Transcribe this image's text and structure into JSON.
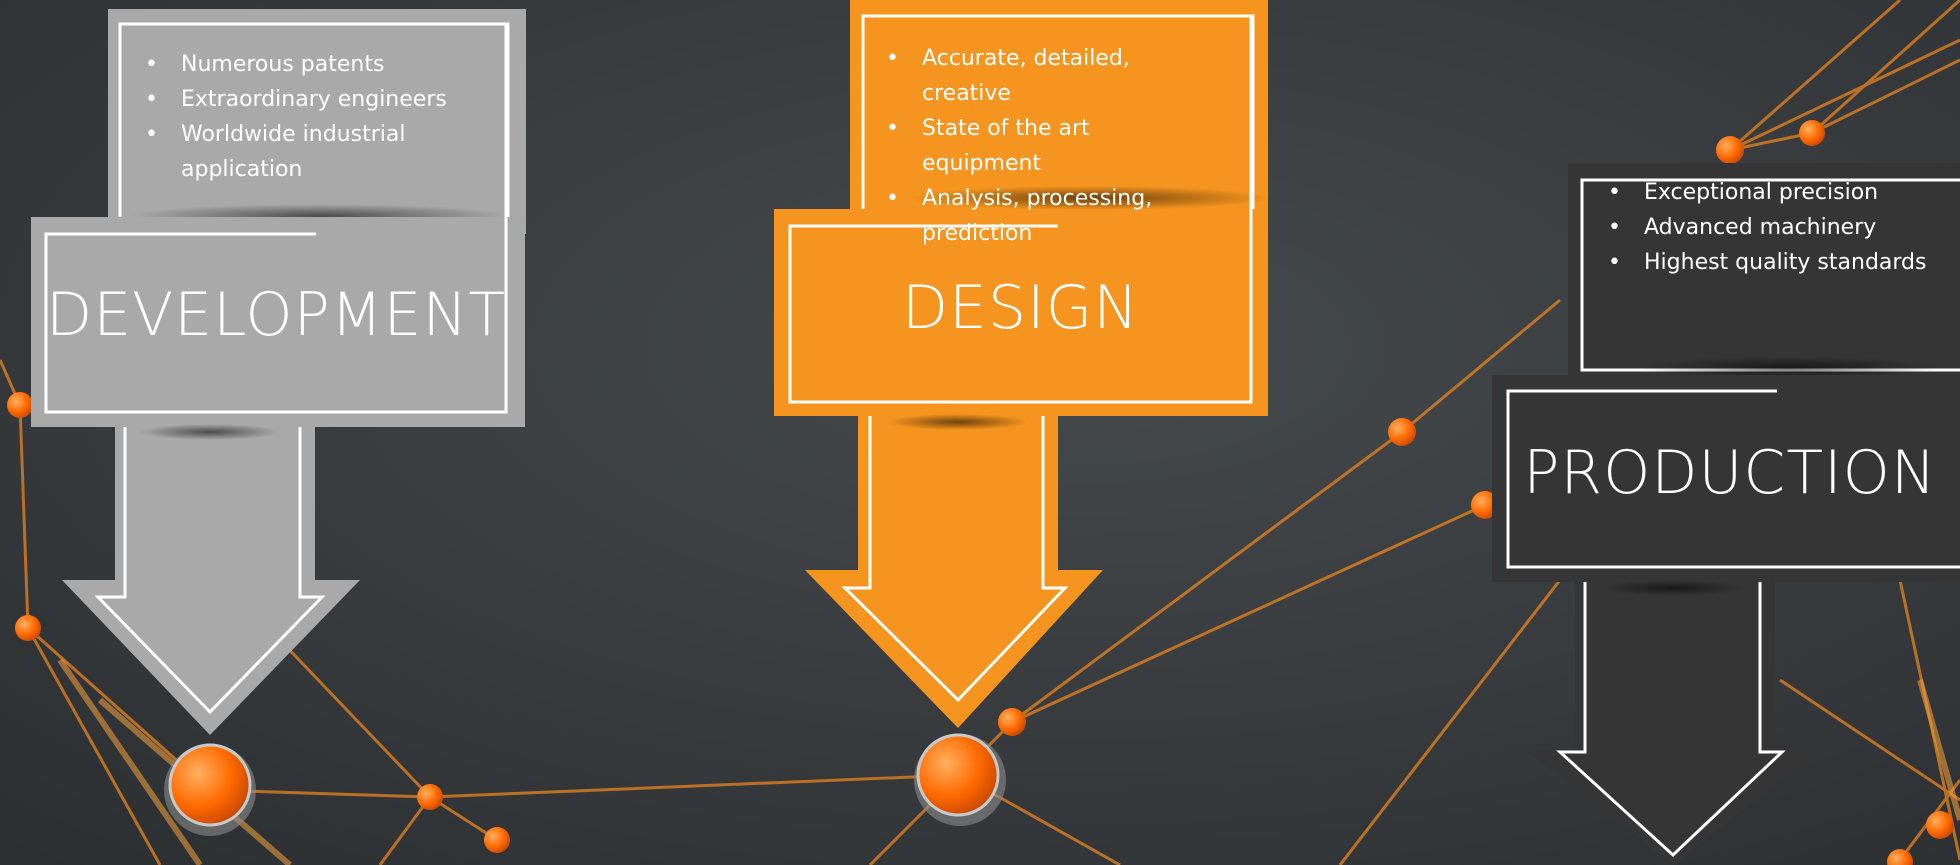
{
  "colors": {
    "background": "#3b3f42",
    "development": "#a9a9a9",
    "design": "#f5941e",
    "production": "#353535",
    "network": "#f07a18"
  },
  "stages": [
    {
      "title": "DEVELOPMENT",
      "bullets": [
        "Numerous patents",
        "Extraordinary engineers",
        "Worldwide industrial application"
      ]
    },
    {
      "title": "DESIGN",
      "bullets": [
        "Accurate, detailed, creative",
        "State of the art equipment",
        "Analysis, processing, prediction"
      ]
    },
    {
      "title": "PRODUCTION",
      "bullets": [
        "Exceptional precision",
        "Advanced machinery",
        "Highest quality standards"
      ]
    }
  ]
}
